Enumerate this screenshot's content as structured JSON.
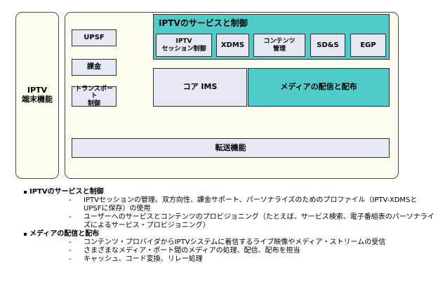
{
  "diagram": {
    "terminal": [
      "IPTV",
      "端末機能"
    ],
    "upsf": "UPSF",
    "billing": "課金",
    "transport_control": [
      "トランスポート",
      "制御"
    ],
    "service_group_title": "IPTVのサービスと制御",
    "services": {
      "session_control": [
        "IPTV",
        "セッション制御"
      ],
      "xdms": "XDMS",
      "content_mgmt": [
        "コンテンツ",
        "管理"
      ],
      "sds": "SD&S",
      "egp": "EGP"
    },
    "core_ims": "コア IMS",
    "media_delivery": "メディアの配信と配布",
    "transport_function": "転送機能"
  },
  "notes": {
    "section1": {
      "title": "IPTVのサービスと制御",
      "bullet1": "IPTVセッションの管理、双方向性、課金サポート、パーソナライズのためのプロファイル（IPTV-XDMSとUPSFに保存）の使用",
      "bullet2": "ユーザーへのサービスとコンテンツのプロビジョニング（たとえば、サービス検索、電子番組表のパーソナライズによるサービス・プロビジョニング）"
    },
    "section2": {
      "title": "メディアの配信と配布",
      "bullet1": "コンテンツ・プロバイダからIPTVシステムに着信するライブ映像やメディア・ストリームの受信",
      "bullet2": "さまざまなメディア・ポート間のメディアの処理、配信、配布を担当",
      "bullet3": "キャッシュ、コード変換、リレー処理"
    },
    "dash": "-"
  }
}
